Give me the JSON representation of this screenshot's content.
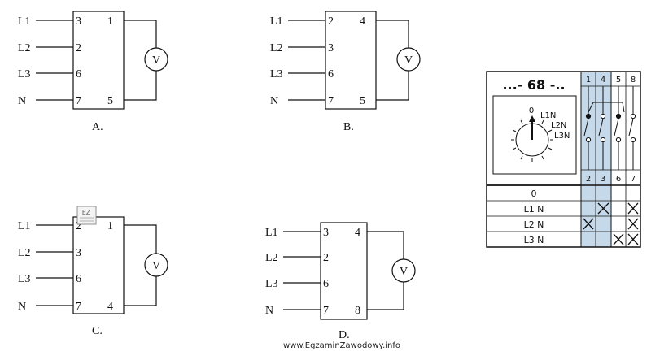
{
  "options": [
    {
      "id": "A",
      "caption": "A.",
      "lines": [
        "L1",
        "L2",
        "L3",
        "N"
      ],
      "left_terminals": [
        "3",
        "2",
        "6",
        "7"
      ],
      "right_top": "1",
      "right_bottom": "5",
      "meter": "V"
    },
    {
      "id": "B",
      "caption": "B.",
      "lines": [
        "L1",
        "L2",
        "L3",
        "N"
      ],
      "left_terminals": [
        "2",
        "3",
        "6",
        "7"
      ],
      "right_top": "4",
      "right_bottom": "5",
      "meter": "V"
    },
    {
      "id": "C",
      "caption": "C.",
      "lines": [
        "L1",
        "L2",
        "L3",
        "N"
      ],
      "left_terminals": [
        "2",
        "3",
        "6",
        "7"
      ],
      "right_top": "1",
      "right_bottom": "4",
      "meter": "V"
    },
    {
      "id": "D",
      "caption": "D.",
      "lines": [
        "L1",
        "L2",
        "L3",
        "N"
      ],
      "left_terminals": [
        "3",
        "2",
        "6",
        "7"
      ],
      "right_top": "4",
      "right_bottom": "8",
      "meter": "V"
    }
  ],
  "switch": {
    "code": "...- 68 -..",
    "dial_positions": [
      "0",
      "L1N",
      "L2N",
      "L3N"
    ],
    "top_terminals": [
      "1",
      "4",
      "5",
      "8"
    ],
    "bottom_terminals": [
      "2",
      "3",
      "6",
      "7"
    ],
    "rows": [
      "0",
      "L1 N",
      "L2 N",
      "L3 N"
    ],
    "crosses": [
      [],
      [
        1,
        3
      ],
      [
        0,
        3
      ],
      [
        2,
        3
      ]
    ],
    "highlight_color": "#c5d9ea"
  },
  "watermark_stamp": "EZ",
  "footer": "www.EgzaminZawodowy.info"
}
